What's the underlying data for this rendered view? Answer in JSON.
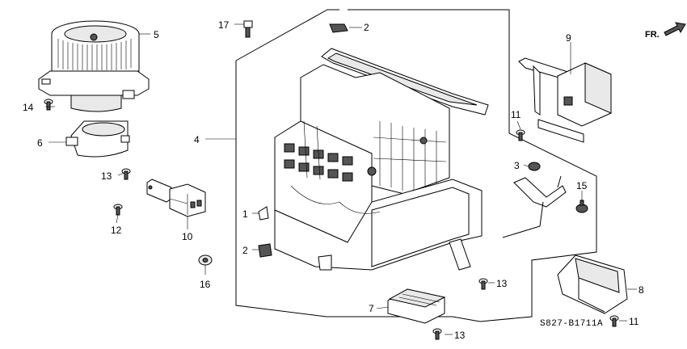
{
  "diagram": {
    "orientation_label": "FR.",
    "diagram_code": "S827-B1711A",
    "callouts": {
      "c1": "1",
      "c2a": "2",
      "c2b": "2",
      "c3": "3",
      "c4": "4",
      "c5": "5",
      "c6": "6",
      "c7": "7",
      "c8": "8",
      "c9": "9",
      "c10": "10",
      "c11a": "11",
      "c11b": "11",
      "c12": "12",
      "c13a": "13",
      "c13b": "13",
      "c13c": "13",
      "c14": "14",
      "c15": "15",
      "c16": "16",
      "c17": "17"
    }
  }
}
